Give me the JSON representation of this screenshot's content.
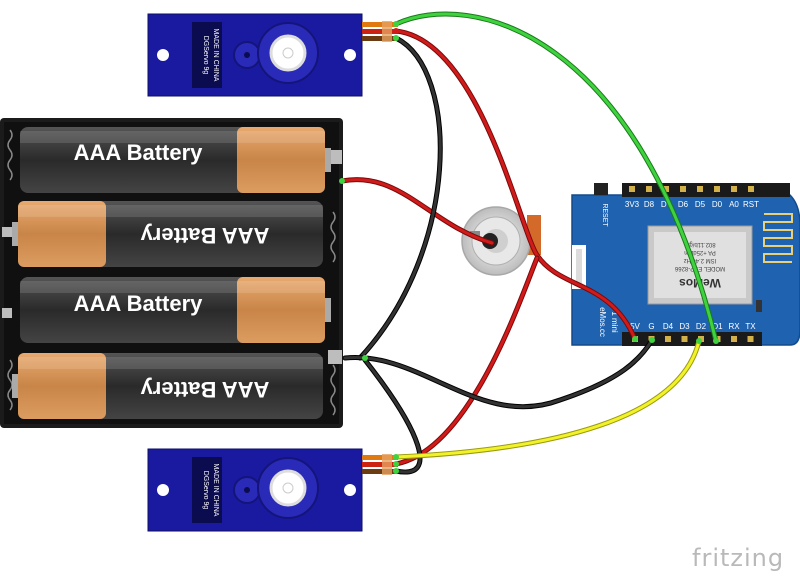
{
  "batteries": {
    "cells": [
      {
        "label": "AAA Battery",
        "flipped": false
      },
      {
        "label": "AAA Battery",
        "flipped": true
      },
      {
        "label": "AAA Battery",
        "flipped": false
      },
      {
        "label": "AAA Battery",
        "flipped": true
      }
    ]
  },
  "servo": {
    "model": "DGServo 9g",
    "made_in": "MADE IN CHINA"
  },
  "board": {
    "name": "1 mini",
    "site": "eMos.cc",
    "reset": "RESET",
    "top_pins": [
      "3V3",
      "D8",
      "D7",
      "D6",
      "D5",
      "D0",
      "A0",
      "RST"
    ],
    "bottom_pins": [
      "5V",
      "G",
      "D4",
      "D3",
      "D2",
      "D1",
      "RX",
      "TX"
    ],
    "chip": {
      "maker": "WeMos",
      "model": "MODEL ESP-8266",
      "line1": "ISM 2.4GHz",
      "line2": "PA +25dBm",
      "line3": "802.11b/g/n"
    }
  },
  "colors": {
    "servo_blue": "#1a1aa0",
    "board_blue": "#1f63b0",
    "wire_red": "#cc1111",
    "wire_black": "#222222",
    "wire_green": "#22bb22",
    "wire_yellow": "#eeee22",
    "battery_copper": "#d9935a"
  },
  "brand": "fritzing"
}
